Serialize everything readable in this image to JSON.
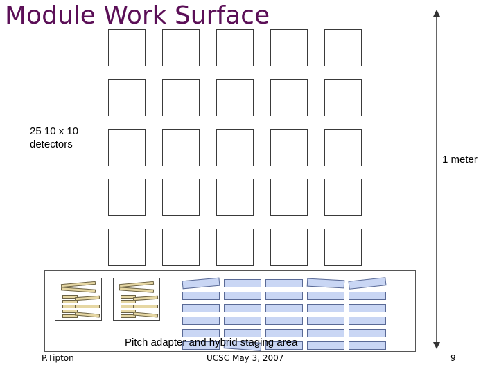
{
  "title": "Module Work Surface",
  "detectors_label": "25 10 x 10\ndetectors",
  "scale_label": "1 meter",
  "staging_label": "Pitch adapter and hybrid staging area",
  "footer": {
    "author": "P.Tipton",
    "event": "UCSC   May 3, 2007",
    "page": "9"
  },
  "colors": {
    "title": "#5b0f57",
    "hybrid_fill": "#c9d6f4",
    "adapter_fill": "#e6d7a3"
  },
  "detector_grid": {
    "rows": 5,
    "cols": 5
  },
  "staging": {
    "adapter_trays": 2,
    "hybrid_rows": 6,
    "hybrid_cols": 5
  }
}
